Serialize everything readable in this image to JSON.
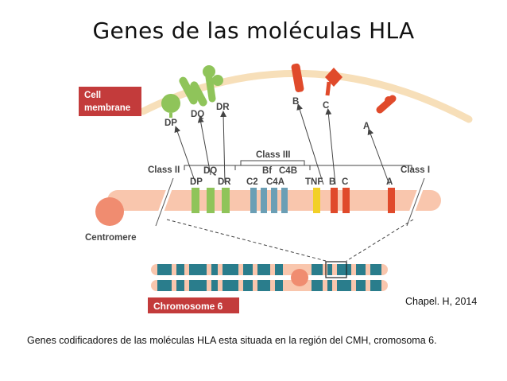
{
  "title": "Genes de las moléculas HLA",
  "caption": "Genes codificadores de las moléculas HLA esta situada en la región del CMH, cromosoma  6.",
  "credit": "Chapel. H, 2014",
  "figure": {
    "cell_membrane": [
      "Cell",
      "membrane"
    ],
    "molecules": {
      "dp": "DP",
      "dq": "DQ",
      "dr": "DR",
      "b": "B",
      "c": "C",
      "a": "A"
    },
    "class_ii": "Class II",
    "class_iii": "Class III",
    "class_i": "Class I",
    "gene_dq": "DQ",
    "gene_dp": "DP",
    "gene_dr": "DR",
    "gene_bf": "Bf",
    "gene_c4b": "C4B",
    "gene_c2": "C2",
    "gene_c4a": "C4A",
    "gene_tnf": "TNF",
    "gene_b": "B",
    "gene_c": "C",
    "gene_a": "A",
    "centromere": "Centromere",
    "chromosome": "Chromosome 6"
  },
  "colors": {
    "membrane": "#f7dfb9",
    "chromosome_body": "#f9c6ad",
    "centromere": "#f08c70",
    "class_ii_gene": "#8fc45a",
    "class_iii_gene": "#6b9fb5",
    "tnf_gene": "#f2d027",
    "class_i_gene": "#e04a2b",
    "label_box": "#c33b3b",
    "chrom_band": "#2a7d8c"
  }
}
